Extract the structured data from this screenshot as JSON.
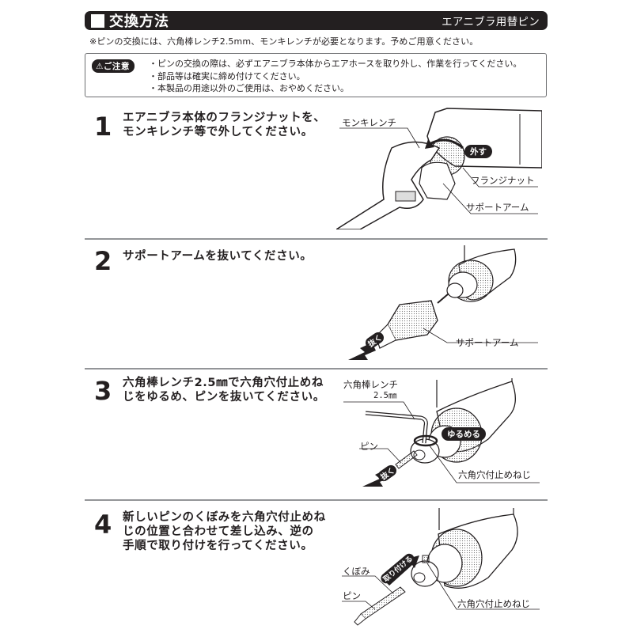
{
  "header": {
    "title": "交換方法",
    "subtitle": "エアニブラ用替ピン"
  },
  "requirement_note": "※ピンの交換には、六角棒レンチ2.5mm、モンキレンチが必要となります。予めご用意ください。",
  "caution": {
    "badge": "⚠ご注意",
    "items": [
      "ピンの交換の際は、必ずエアニブラ本体からエアホースを取り外し、作業を行ってください。",
      "部品等は確実に締め付けてください。",
      "本製品の用途以外のご使用は、おやめください。"
    ]
  },
  "steps": [
    {
      "number": "1",
      "lines": [
        "エアニブラ本体のフランジナットを、",
        "モンキレンチ等で外してください。"
      ],
      "callouts": {
        "wrench": "モンキレンチ",
        "action": "外す",
        "flange_nut": "フランジナット",
        "support_arm": "サポートアーム"
      }
    },
    {
      "number": "2",
      "lines": [
        "サポートアームを抜いてください。"
      ],
      "callouts": {
        "action": "抜く",
        "support_arm": "サポートアーム"
      }
    },
    {
      "number": "3",
      "lines": [
        "六角棒レンチ2.5㎜で六角穴付止めね",
        "じをゆるめ、ピンを抜いてください。"
      ],
      "callouts": {
        "hex_wrench": "六角棒レンチ",
        "hex_wrench_size": "2.5㎜",
        "loosen": "ゆるめる",
        "pin": "ピン",
        "action": "抜く",
        "set_screw": "六角穴付止めねじ"
      }
    },
    {
      "number": "4",
      "lines": [
        "新しいピンのくぼみを六角穴付止めね",
        "じの位置と合わせて差し込み、逆の",
        "手順で取り付けを行ってください。"
      ],
      "callouts": {
        "action": "取り付ける",
        "recess": "くぼみ",
        "pin": "ピン",
        "set_screw": "六角穴付止めねじ"
      }
    }
  ],
  "colors": {
    "ink": "#231f20",
    "divider": "#939598",
    "box_border": "#6d6e71",
    "background": "#ffffff"
  }
}
